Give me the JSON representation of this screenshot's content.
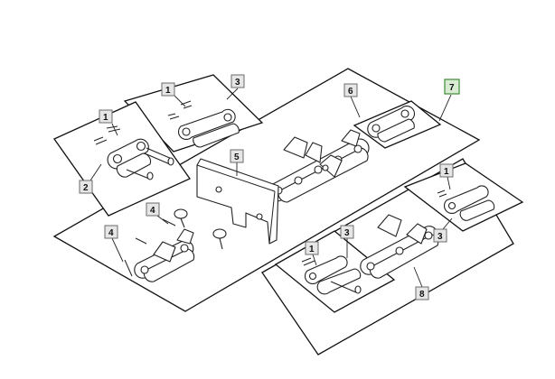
{
  "callouts": [
    {
      "id": "c1a",
      "label": "1",
      "highlight": false
    },
    {
      "id": "c3a",
      "label": "3",
      "highlight": false
    },
    {
      "id": "c1b",
      "label": "1",
      "highlight": false
    },
    {
      "id": "c2",
      "label": "2",
      "highlight": false
    },
    {
      "id": "c6",
      "label": "6",
      "highlight": false
    },
    {
      "id": "c7",
      "label": "7",
      "highlight": true
    },
    {
      "id": "c5",
      "label": "5",
      "highlight": false
    },
    {
      "id": "c4a",
      "label": "4",
      "highlight": false
    },
    {
      "id": "c4b",
      "label": "4",
      "highlight": false
    },
    {
      "id": "c1c",
      "label": "1",
      "highlight": false
    },
    {
      "id": "c3b",
      "label": "3",
      "highlight": false
    },
    {
      "id": "c1d",
      "label": "1",
      "highlight": false
    },
    {
      "id": "c3c",
      "label": "3",
      "highlight": false
    },
    {
      "id": "c8",
      "label": "8",
      "highlight": false
    }
  ],
  "colors": {
    "callout_fill": "#e6e6e6",
    "callout_highlight_fill": "#d7ecd3",
    "callout_highlight_stroke": "#3f8a3a",
    "line": "#111111"
  }
}
